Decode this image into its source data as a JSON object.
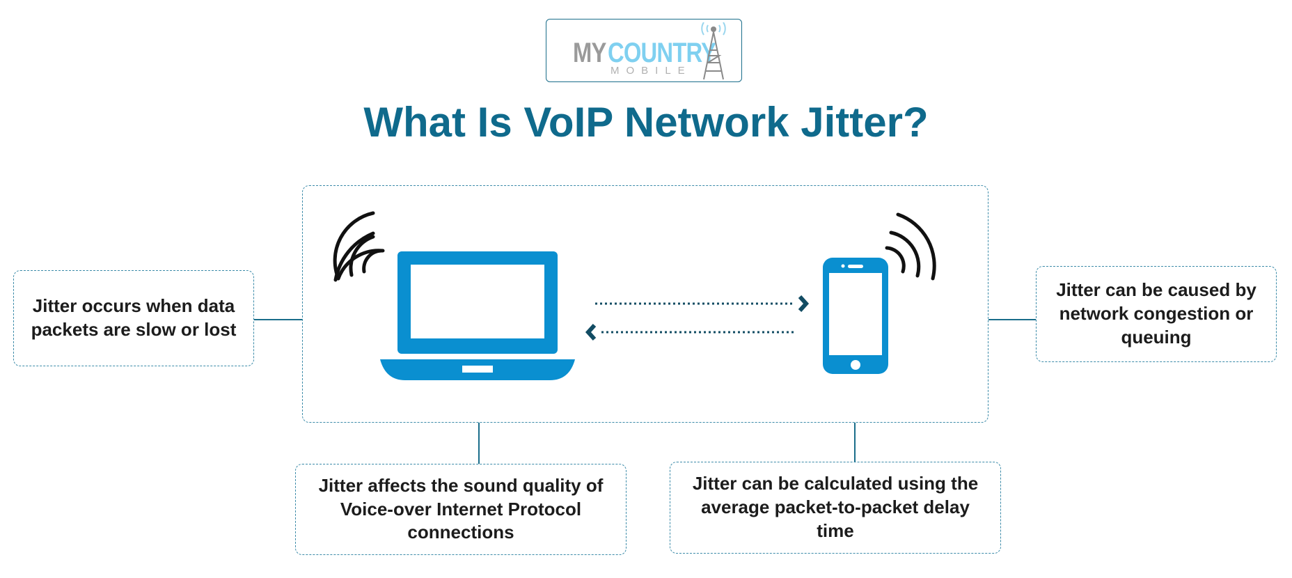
{
  "logo": {
    "word_my": "MY",
    "word_country": "COUNTRY",
    "word_mobile": "MOBILE"
  },
  "title": "What Is VoIP Network Jitter?",
  "notes": {
    "left": "Jitter occurs when data packets are slow or lost",
    "right": "Jitter can be caused by network congestion or queuing",
    "bottom_left": "Jitter affects the sound quality of Voice-over Internet Protocol connections",
    "bottom_right": "Jitter can be calculated using the average packet-to-packet delay time"
  },
  "icons": {
    "laptop": "laptop-icon",
    "phone": "smartphone-icon",
    "signal": "wifi-signal-icon",
    "arrows": "bidirectional-data-arrows"
  },
  "colors": {
    "title": "#0f6a8c",
    "device_blue": "#0a8fd0",
    "connector": "#1a6d8a",
    "dash_border": "#3a8aa8",
    "arrow_head": "#124c63"
  }
}
